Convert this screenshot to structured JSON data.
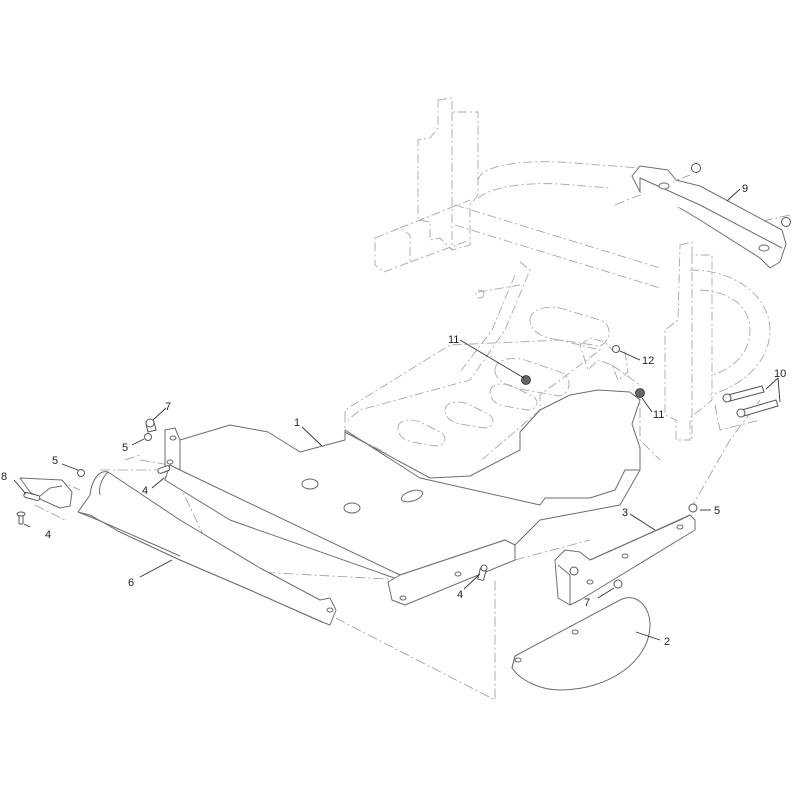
{
  "callouts": [
    {
      "id": "c1",
      "text": "1"
    },
    {
      "id": "c2",
      "text": "2"
    },
    {
      "id": "c3",
      "text": "3"
    },
    {
      "id": "c4a",
      "text": "4"
    },
    {
      "id": "c4b",
      "text": "4"
    },
    {
      "id": "c4c",
      "text": "4"
    },
    {
      "id": "c5a",
      "text": "5"
    },
    {
      "id": "c5b",
      "text": "5"
    },
    {
      "id": "c5c",
      "text": "5"
    },
    {
      "id": "c6",
      "text": "6"
    },
    {
      "id": "c7a",
      "text": "7"
    },
    {
      "id": "c7b",
      "text": "7"
    },
    {
      "id": "c8",
      "text": "8"
    },
    {
      "id": "c9",
      "text": "9"
    },
    {
      "id": "c10",
      "text": "10"
    },
    {
      "id": "c11a",
      "text": "11"
    },
    {
      "id": "c11b",
      "text": "11"
    },
    {
      "id": "c12",
      "text": "12"
    }
  ]
}
